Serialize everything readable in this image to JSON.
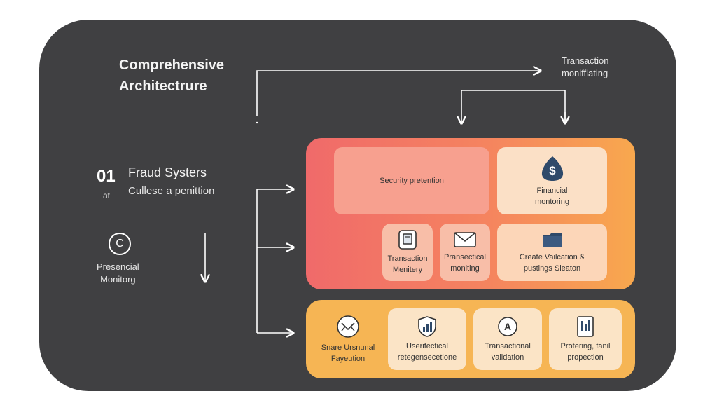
{
  "header": {
    "title_line1": "Comprehensive",
    "title_line2": "Architectrure",
    "transaction_line1": "Transaction",
    "transaction_line2": "monifflating"
  },
  "left": {
    "number": "01",
    "number_sub": "at",
    "fraud_title": "Fraud Systers",
    "fraud_sub": "Cullese a penittion",
    "circle_glyph": "C",
    "presencial_line1": "Presencial",
    "presencial_line2": "Monitorg"
  },
  "top_block": {
    "security": "Security pretention",
    "financial_line1": "Financial",
    "financial_line2": "montoring",
    "transaction_line1": "Transaction",
    "transaction_line2": "Menitery",
    "pransectical_line1": "Pransectical",
    "pransectical_line2": "moniting",
    "create_line1": "Create Vailcation &",
    "create_line2": "pustings Sleaton"
  },
  "bottom_block": {
    "snare_line1": "Snare Ursnunal",
    "snare_line2": "Fayeution",
    "userif_line1": "Userifectical",
    "userif_line2": "retegensecetione",
    "tv_line1": "Transactional",
    "tv_line2": "validation",
    "pf_line1": "Protering, fanil",
    "pf_line2": "propection"
  },
  "icons": {
    "dollar_bag": "dollar-bag-icon",
    "document": "document-icon",
    "envelope": "envelope-icon",
    "folder": "folder-icon",
    "mail_circle": "mail-circle-icon",
    "shield_chart": "shield-chart-icon",
    "ai_badge": "ai-badge-icon",
    "report": "report-icon",
    "ai_badge_text": "A"
  },
  "colors": {
    "panel": "#404042",
    "red_gradient_start": "#f06a6a",
    "orange_gradient_end": "#f8a84e",
    "yellow_block": "#f6b554",
    "icon_navy": "#2f4a6a"
  }
}
